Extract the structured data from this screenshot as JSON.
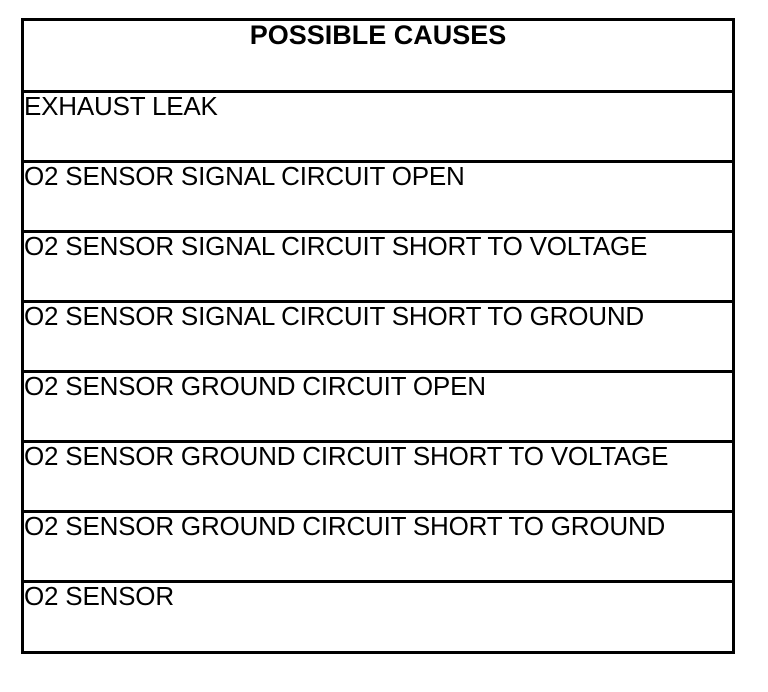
{
  "table": {
    "header": "POSSIBLE CAUSES",
    "rows": [
      {
        "label": "EXHAUST LEAK"
      },
      {
        "label": "O2 SENSOR SIGNAL CIRCUIT OPEN"
      },
      {
        "label": "O2 SENSOR SIGNAL CIRCUIT SHORT TO VOLTAGE"
      },
      {
        "label": "O2 SENSOR SIGNAL CIRCUIT SHORT TO GROUND"
      },
      {
        "label": "O2 SENSOR GROUND CIRCUIT OPEN"
      },
      {
        "label": "O2 SENSOR GROUND CIRCUIT SHORT TO VOLTAGE"
      },
      {
        "label": "O2 SENSOR GROUND CIRCUIT SHORT TO GROUND"
      },
      {
        "label": "O2 SENSOR"
      }
    ]
  },
  "colors": {
    "border": "#000000",
    "text": "#000000",
    "background": "#ffffff"
  }
}
